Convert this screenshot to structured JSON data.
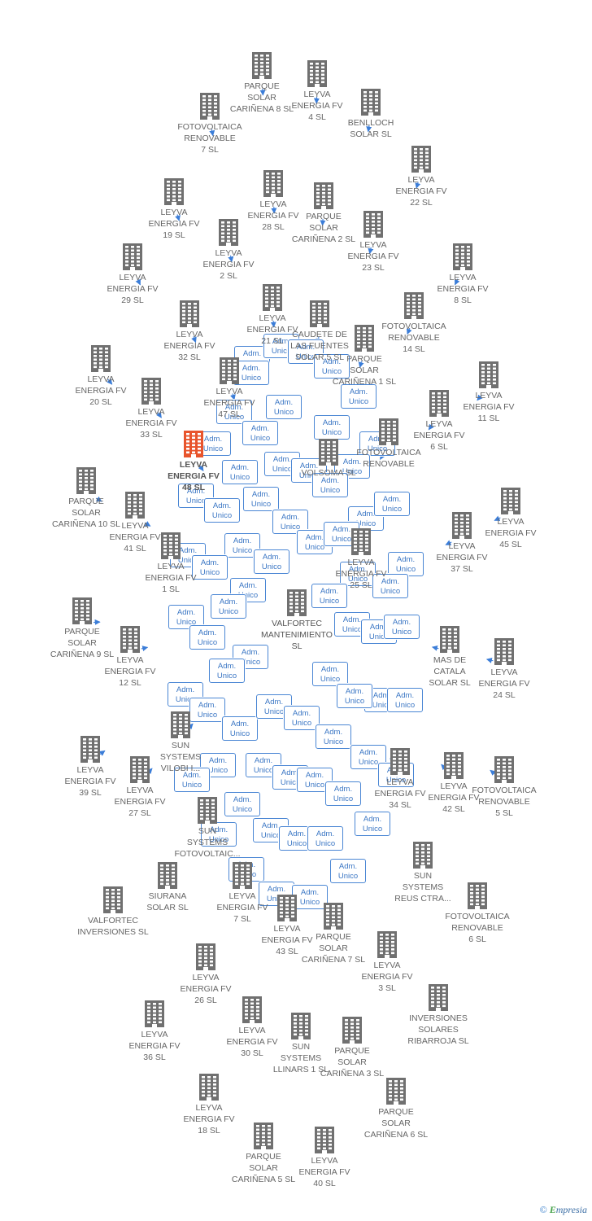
{
  "colors": {
    "edge": "#3b7dd8",
    "building": "#707070",
    "focus": "#e8542c",
    "badge_border": "#4a86d4",
    "badge_text": "#3a76c4"
  },
  "badge_label": "Adm.\nUnico",
  "center": {
    "name": "VALFORTEC\nMANTENIMIENTO\nSL"
  },
  "nodes": [
    {
      "name": "PARQUE\nSOLAR\nCARIÑENA 8 SL"
    },
    {
      "name": "LEYVA\nENERGIA FV\n4 SL"
    },
    {
      "name": "FOTOVOLTAICA\nRENOVABLE\n7 SL"
    },
    {
      "name": "BENLLOCH\nSOLAR SL"
    },
    {
      "name": "LEYVA\nENERGIA FV\n22 SL"
    },
    {
      "name": "LEYVA\nENERGIA FV\n28 SL"
    },
    {
      "name": "PARQUE\nSOLAR\nCARIÑENA 2 SL"
    },
    {
      "name": "LEYVA\nENERGIA FV\n19 SL"
    },
    {
      "name": "LEYVA\nENERGIA FV\n2 SL"
    },
    {
      "name": "LEYVA\nENERGIA FV\n23 SL"
    },
    {
      "name": "LEYVA\nENERGIA FV\n8 SL"
    },
    {
      "name": "LEYVA\nENERGIA FV\n29 SL"
    },
    {
      "name": "LEYVA\nENERGIA FV\n21 SL"
    },
    {
      "name": "CAUDETE DE\nLAS FUENTES\nSOLAR 5 SL"
    },
    {
      "name": "FOTOVOLTAICA\nRENOVABLE\n14 SL"
    },
    {
      "name": "LEYVA\nENERGIA FV\n32 SL"
    },
    {
      "name": "PARQUE\nSOLAR\nCARIÑENA 1 SL"
    },
    {
      "name": "LEYVA\nENERGIA FV\n20 SL"
    },
    {
      "name": "LEYVA\nENERGIA FV\n47 SL"
    },
    {
      "name": "LEYVA\nENERGIA FV\n11 SL"
    },
    {
      "name": "LEYVA\nENERGIA FV\n33 SL"
    },
    {
      "name": "LEYVA\nENERGIA FV\n6 SL"
    },
    {
      "name": "FOTOVOLTAICA\nRENOVABLE"
    },
    {
      "name": "LEYVA\nENERGIA FV\n48 SL"
    },
    {
      "name": "VOLSOMA SL"
    },
    {
      "name": "PARQUE\nSOLAR\nCARIÑENA 10 SL"
    },
    {
      "name": "LEYVA\nENERGIA FV\n41 SL"
    },
    {
      "name": "LEYVA\nENERGIA FV\n45 SL"
    },
    {
      "name": "LEYVA\nENERGIA FV\n37 SL"
    },
    {
      "name": "LEYVA\nENERGIA FV\n1 SL"
    },
    {
      "name": "LEYVA\nENERGIA FV\n25 SL"
    },
    {
      "name": "PARQUE\nSOLAR\nCARIÑENA 9 SL"
    },
    {
      "name": "LEYVA\nENERGIA FV\n12 SL"
    },
    {
      "name": "MAS DE\nCATALA\nSOLAR SL"
    },
    {
      "name": "LEYVA\nENERGIA FV\n24 SL"
    },
    {
      "name": "SUN\nSYSTEMS\nVILOBI I..."
    },
    {
      "name": "LEYVA\nENERGIA FV\n39 SL"
    },
    {
      "name": "LEYVA\nENERGIA FV\n27 SL"
    },
    {
      "name": "LEYVA\nENERGIA FV\n34 SL"
    },
    {
      "name": "LEYVA\nENERGIA FV\n42 SL"
    },
    {
      "name": "FOTOVOLTAICA\nRENOVABLE\n5 SL"
    },
    {
      "name": "SUN\nSYSTEMS\nFOTOVOLTAIC..."
    },
    {
      "name": "SIURANA\nSOLAR SL"
    },
    {
      "name": "VALFORTEC\nINVERSIONES SL"
    },
    {
      "name": "LEYVA\nENERGIA FV\n7 SL"
    },
    {
      "name": "LEYVA\nENERGIA FV\n43 SL"
    },
    {
      "name": "PARQUE\nSOLAR\nCARIÑENA 7 SL"
    },
    {
      "name": "SUN\nSYSTEMS\nREUS CTRA..."
    },
    {
      "name": "FOTOVOLTAICA\nRENOVABLE\n6 SL"
    },
    {
      "name": "LEYVA\nENERGIA FV\n3 SL"
    },
    {
      "name": "LEYVA\nENERGIA FV\n26 SL"
    },
    {
      "name": "INVERSIONES\nSOLARES\nRIBARROJA SL"
    },
    {
      "name": "LEYVA\nENERGIA FV\n36 SL"
    },
    {
      "name": "LEYVA\nENERGIA FV\n30 SL"
    },
    {
      "name": "SUN\nSYSTEMS\nLLINARS 1 SL"
    },
    {
      "name": "PARQUE\nSOLAR\nCARIÑENA 3 SL"
    },
    {
      "name": "PARQUE\nSOLAR\nCARIÑENA 6 SL"
    },
    {
      "name": "LEYVA\nENERGIA FV\n18 SL"
    },
    {
      "name": "PARQUE\nSOLAR\nCARIÑENA 5 SL"
    },
    {
      "name": "LEYVA\nENERGIA FV\n40 SL"
    }
  ],
  "footer": {
    "copyright": "©",
    "brand_first": "E",
    "brand_rest": "mpresia"
  }
}
